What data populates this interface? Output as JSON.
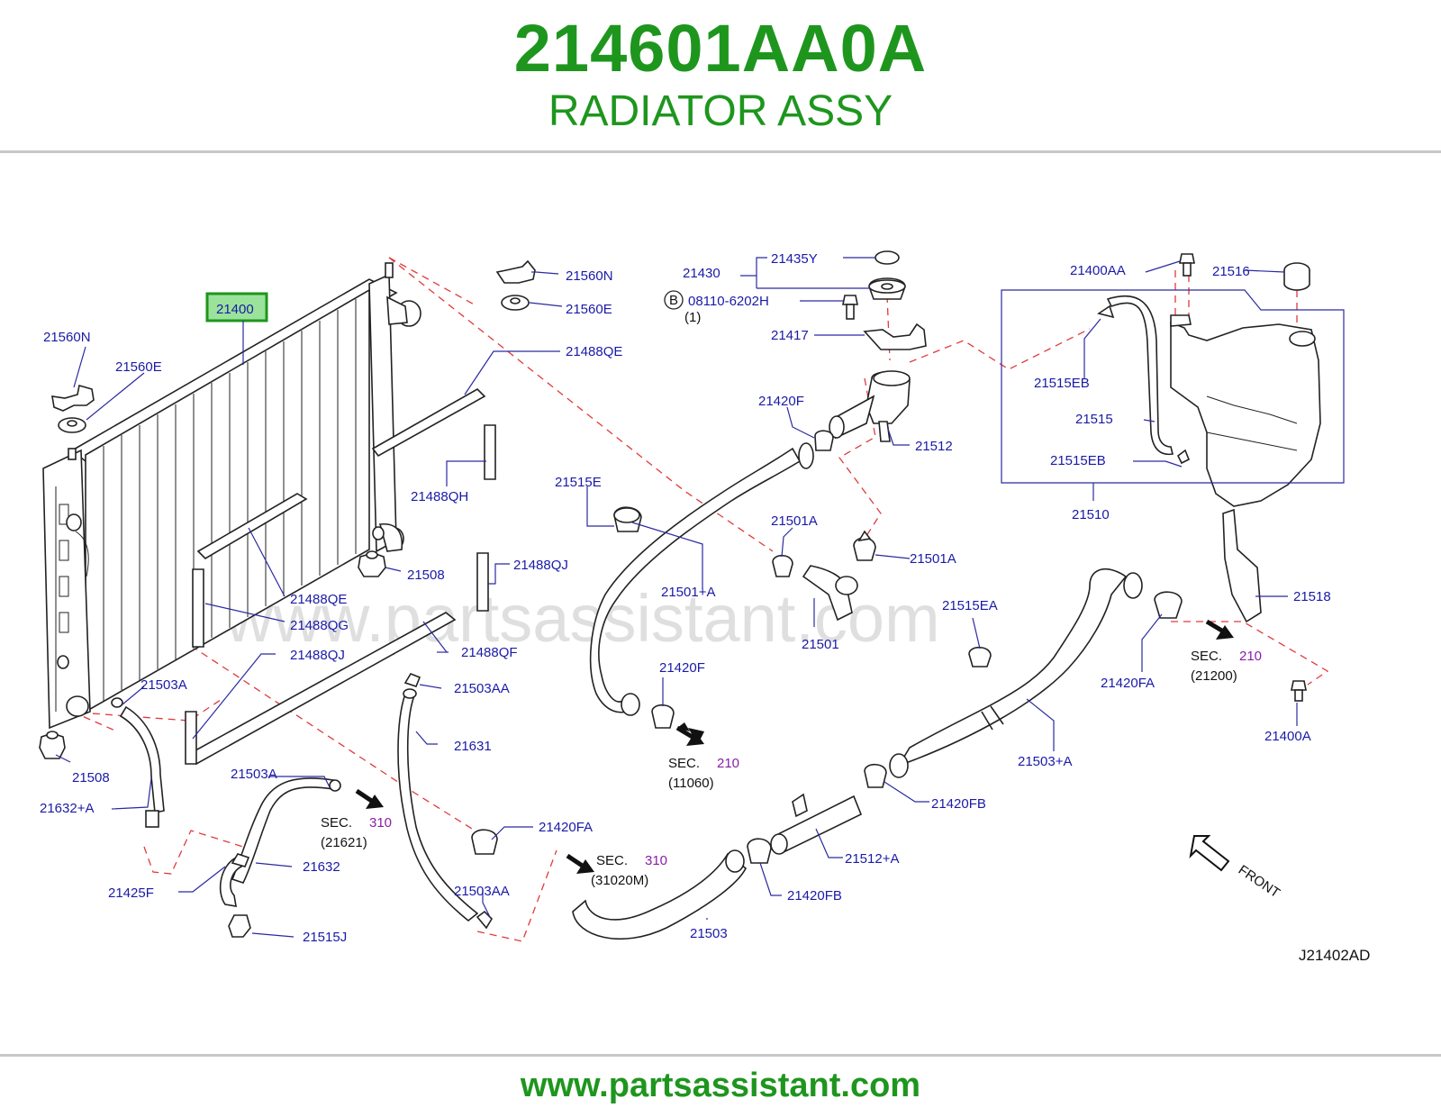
{
  "header": {
    "part_number": "214601AA0A",
    "part_name": "RADIATOR ASSY"
  },
  "footer": {
    "url": "www.partsassistant.com"
  },
  "diagram": {
    "watermark": "www.partsassistant.com",
    "diagram_code": "J21402AD",
    "front_label": "FRONT",
    "highlighted_part": "21400",
    "bolt_marker": "B",
    "labels": {
      "l_21400": "21400",
      "l_21560N_left": "21560N",
      "l_21560E_left": "21560E",
      "l_21560N_top": "21560N",
      "l_21560E_top": "21560E",
      "l_21488QE_top": "21488QE",
      "l_21488QH": "21488QH",
      "l_21508_right": "21508",
      "l_21488QE_mid": "21488QE",
      "l_21488QG": "21488QG",
      "l_21488QJ_right": "21488QJ",
      "l_21488QJ_left": "21488QJ",
      "l_21488QF": "21488QF",
      "l_21503A_1": "21503A",
      "l_21503AA_1": "21503AA",
      "l_21631": "21631",
      "l_21508_left": "21508",
      "l_21632A": "21632+A",
      "l_21503A_2": "21503A",
      "l_21632": "21632",
      "l_21425F": "21425F",
      "l_21515J": "21515J",
      "l_21503AA_2": "21503AA",
      "l_21420FA_low": "21420FA",
      "l_21430": "21430",
      "l_21435Y": "21435Y",
      "l_bolt": "08110-6202H",
      "l_bolt_qty": "(1)",
      "l_21417": "21417",
      "l_21420F_top": "21420F",
      "l_21512": "21512",
      "l_21515E": "21515E",
      "l_21501A_1": "21501A",
      "l_21501A_2": "21501A",
      "l_21501A": "21501+A",
      "l_21501": "21501",
      "l_21420F_low": "21420F",
      "l_21515EA": "21515EA",
      "l_21503A_big": "21503+A",
      "l_21420FB_1": "21420FB",
      "l_21512A": "21512+A",
      "l_21420FB_2": "21420FB",
      "l_21503": "21503",
      "l_21400AA": "21400AA",
      "l_21516": "21516",
      "l_21515EB_1": "21515EB",
      "l_21515": "21515",
      "l_21515EB_2": "21515EB",
      "l_21510": "21510",
      "l_21518": "21518",
      "l_21420FA_right": "21420FA",
      "l_21400A": "21400A"
    },
    "section_refs": [
      {
        "sec": "SEC.",
        "num": "210",
        "code": "(11060)"
      },
      {
        "sec": "SEC.",
        "num": "210",
        "code": "(21200)"
      },
      {
        "sec": "SEC.",
        "num": "310",
        "code": "(21621)"
      },
      {
        "sec": "SEC.",
        "num": "310",
        "code": "(31020M)"
      }
    ],
    "colors": {
      "brand_green": "#1e961e",
      "label_blue": "#1a1aa8",
      "section_purple": "#8a1ea8",
      "dashed_red": "#e03a3a",
      "highlight_fill": "#9be39b"
    }
  }
}
